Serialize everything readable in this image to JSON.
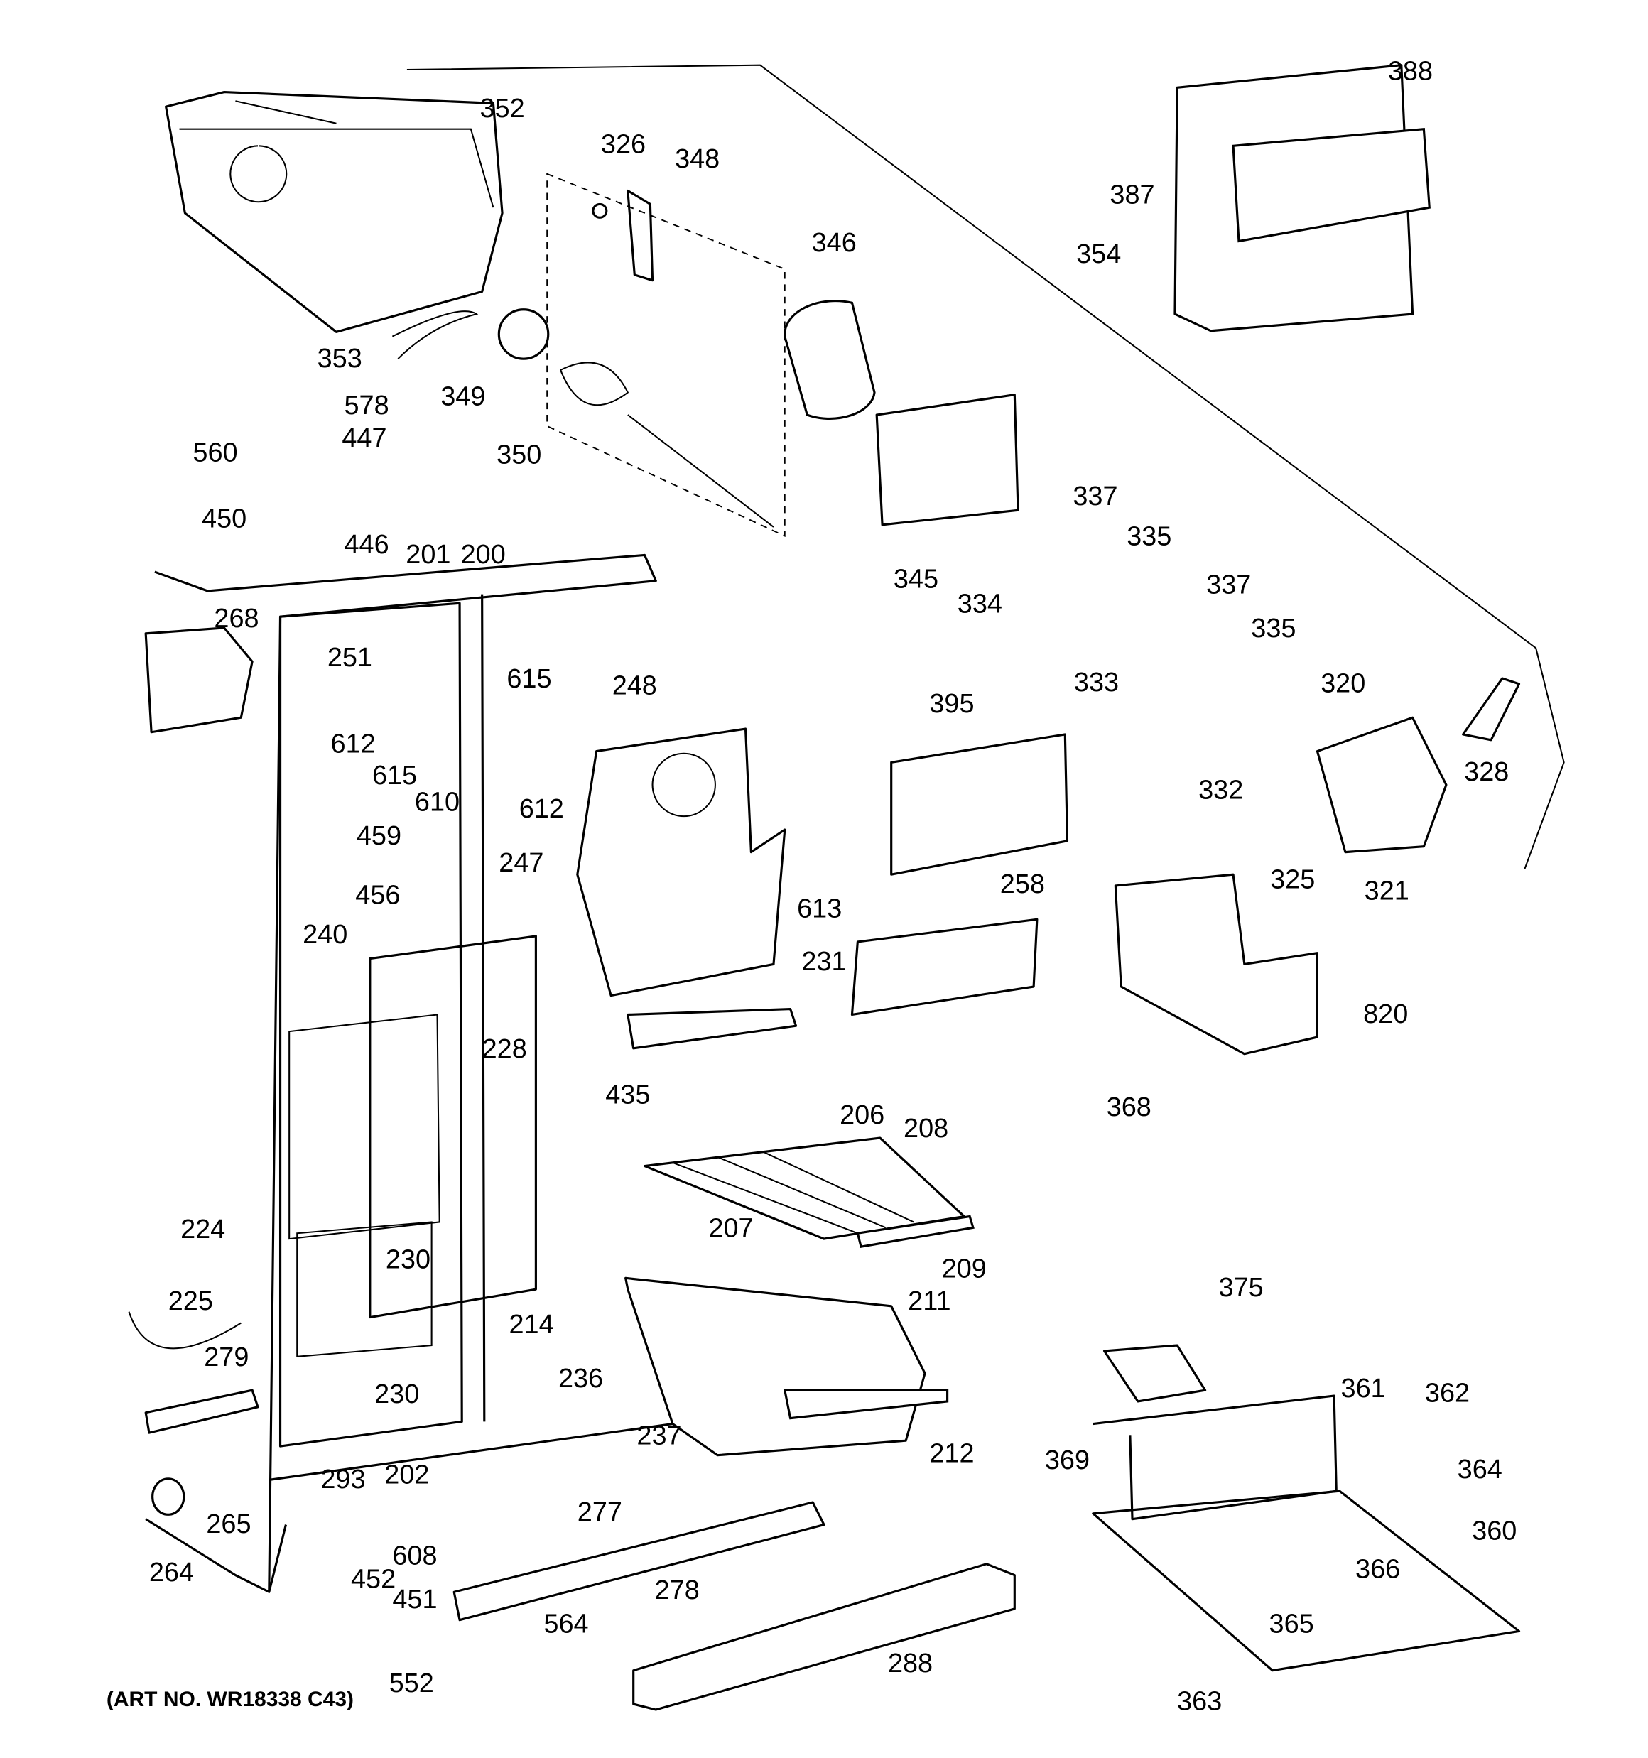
{
  "diagram": {
    "art_number": "(ART NO. WR18338 C43)",
    "colors": {
      "line": "#000000",
      "background": "#ffffff"
    },
    "part_labels": [
      "352",
      "326",
      "348",
      "346",
      "388",
      "387",
      "354",
      "353",
      "349",
      "350",
      "578",
      "447",
      "560",
      "450",
      "446",
      "201",
      "200",
      "337",
      "335",
      "345",
      "334",
      "337",
      "335",
      "333",
      "320",
      "328",
      "332",
      "325",
      "321",
      "268",
      "251",
      "615",
      "248",
      "612",
      "615",
      "610",
      "612",
      "395",
      "459",
      "247",
      "613",
      "456",
      "258",
      "240",
      "231",
      "820",
      "228",
      "435",
      "368",
      "206",
      "208",
      "207",
      "209",
      "224",
      "230",
      "225",
      "211",
      "375",
      "214",
      "279",
      "236",
      "230",
      "361",
      "362",
      "237",
      "212",
      "369",
      "202",
      "293",
      "364",
      "360",
      "277",
      "265",
      "608",
      "264",
      "452",
      "451",
      "278",
      "366",
      "564",
      "365",
      "288",
      "552",
      "363"
    ]
  }
}
